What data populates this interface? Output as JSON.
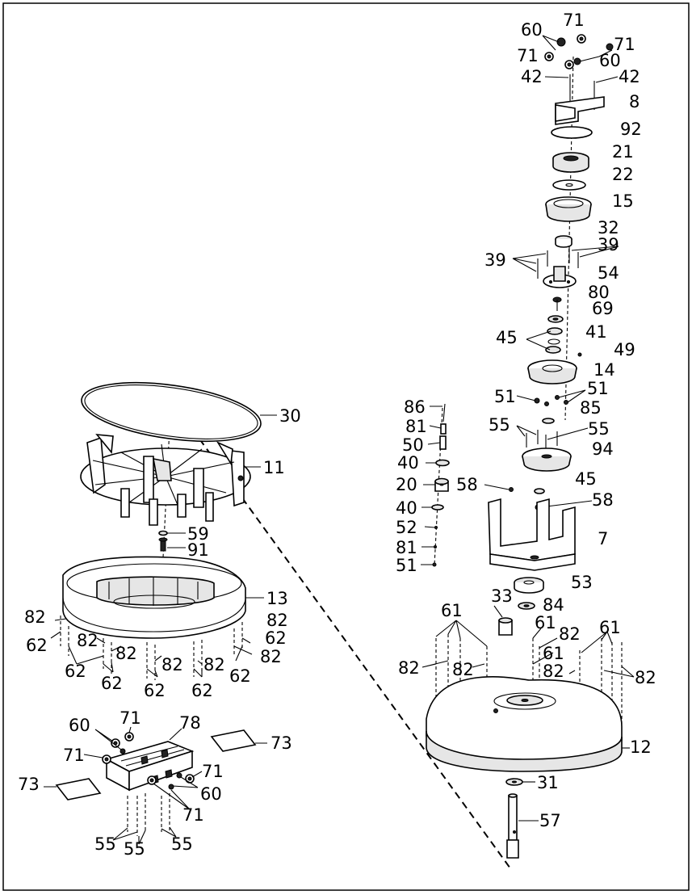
{
  "part_numbers": {
    "n60": "60",
    "n71": "71",
    "n42": "42",
    "n8": "8",
    "n92": "92",
    "n21": "21",
    "n22": "22",
    "n15": "15",
    "n32": "32",
    "n39": "39",
    "n54": "54",
    "n80": "80",
    "n69": "69",
    "n45": "45",
    "n41": "41",
    "n49": "49",
    "n14": "14",
    "n51": "51",
    "n85": "85",
    "n55": "55",
    "n94": "94",
    "n86": "86",
    "n81": "81",
    "n50": "50",
    "n40": "40",
    "n20": "20",
    "n58": "58",
    "n52": "52",
    "n7": "7",
    "n53": "53",
    "n84": "84",
    "n33": "33",
    "n61": "61",
    "n82": "82",
    "n12": "12",
    "n31": "31",
    "n57": "57",
    "n30": "30",
    "n11": "11",
    "n59": "59",
    "n91": "91",
    "n13": "13",
    "n62": "62",
    "n78": "78",
    "n73": "73"
  }
}
